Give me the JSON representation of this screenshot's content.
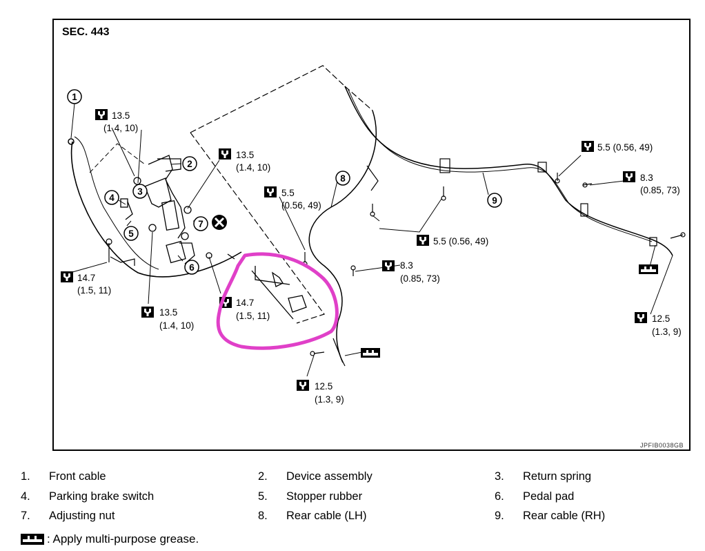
{
  "section": "SEC. 443",
  "figure_code": "JPFIB0038GB",
  "torque_labels": [
    {
      "id": "t1",
      "value": "13.5",
      "sub": "(1.4, 10)"
    },
    {
      "id": "t2",
      "value": "13.5",
      "sub": "(1.4, 10)"
    },
    {
      "id": "t3",
      "value": "5.5",
      "sub": "(0.56, 49)"
    },
    {
      "id": "t4",
      "value": "14.7",
      "sub": "(1.5, 11)"
    },
    {
      "id": "t5",
      "value": "13.5",
      "sub": "(1.4, 10)"
    },
    {
      "id": "t6",
      "value": "14.7",
      "sub": "(1.5, 11)"
    },
    {
      "id": "t7",
      "value": "8.3",
      "sub": "(0.85, 73)"
    },
    {
      "id": "t8",
      "value": "5.5 (0.56, 49)",
      "sub": ""
    },
    {
      "id": "t9",
      "value": "5.5 (0.56, 49)",
      "sub": ""
    },
    {
      "id": "t10",
      "value": "8.3",
      "sub": "(0.85, 73)"
    },
    {
      "id": "t11",
      "value": "12.5",
      "sub": "(1.3, 9)"
    },
    {
      "id": "t12",
      "value": "12.5",
      "sub": "(1.3, 9)"
    }
  ],
  "callouts": [
    "1",
    "2",
    "3",
    "4",
    "5",
    "6",
    "7",
    "8",
    "9"
  ],
  "legend": [
    {
      "num": "1.",
      "label": "Front cable"
    },
    {
      "num": "2.",
      "label": "Device assembly"
    },
    {
      "num": "3.",
      "label": "Return spring"
    },
    {
      "num": "4.",
      "label": "Parking brake switch"
    },
    {
      "num": "5.",
      "label": "Stopper rubber"
    },
    {
      "num": "6.",
      "label": "Pedal pad"
    },
    {
      "num": "7.",
      "label": "Adjusting nut"
    },
    {
      "num": "8.",
      "label": "Rear cable (LH)"
    },
    {
      "num": "9.",
      "label": "Rear cable (RH)"
    }
  ],
  "note": ": Apply multi-purpose grease.",
  "colors": {
    "highlight": "#e040c8",
    "line": "#000000"
  }
}
